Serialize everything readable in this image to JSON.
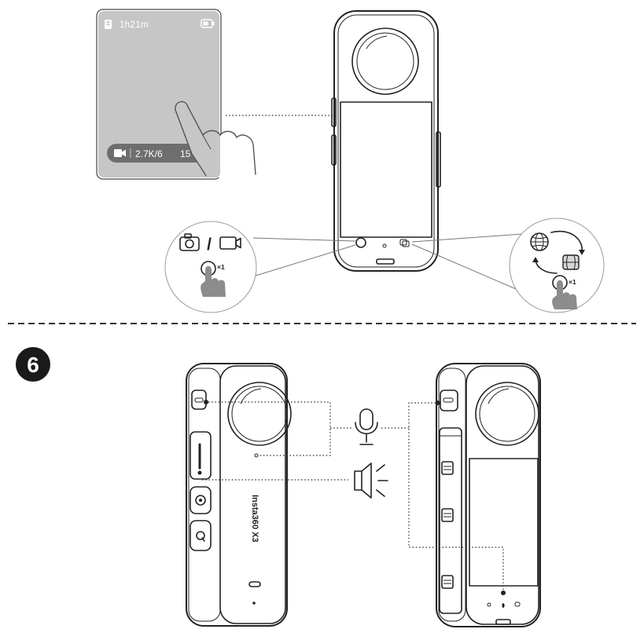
{
  "screen": {
    "time_remaining": "1h21m",
    "resolution": "2.7K/6",
    "framerate_fragment": "15"
  },
  "mode_callout": {
    "separator": "/",
    "tap_count": "×1"
  },
  "view_callout": {
    "tap_count": "×1"
  },
  "step": {
    "number": "6"
  },
  "camera": {
    "model_label": "Insta360 X3"
  },
  "icons": {
    "screen": [
      "sd-card-icon",
      "battery-icon",
      "video-icon",
      "hand-tap-icon"
    ],
    "mode_callout": [
      "photo-camera-icon",
      "video-camera-icon",
      "single-tap-icon"
    ],
    "view_callout": [
      "globe-360-icon",
      "rotate-arrows-icon",
      "flat-view-icon",
      "single-tap-icon"
    ],
    "audio": [
      "microphone-icon",
      "speaker-icon"
    ]
  },
  "colors": {
    "line": "#222222",
    "screen": "#c6c6c6",
    "pill": "#6e6e6e",
    "hand": "#8c8c8c",
    "badge": "#1a1a1a"
  }
}
